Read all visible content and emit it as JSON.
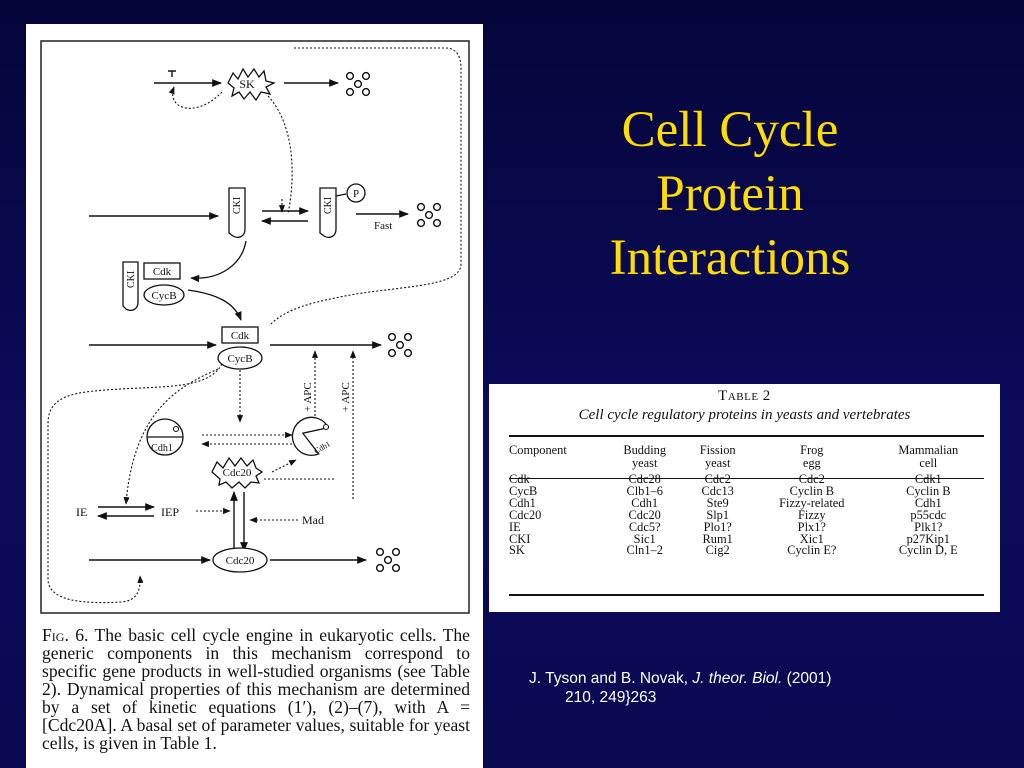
{
  "slide": {
    "title_lines": [
      "Cell Cycle",
      "Protein",
      "Interactions"
    ],
    "citation": {
      "authors": "J. Tyson and B. Novak,",
      "journal": "J. theor. Biol.",
      "year": "(2001)",
      "pages": "210, 249}263"
    }
  },
  "figure": {
    "labels": {
      "sk": "SK",
      "cki": "CKI",
      "p": "P",
      "fast": "Fast",
      "cdk": "Cdk",
      "cycb": "CycB",
      "apc1": "+ APC",
      "apc2": "+ APC",
      "cdh1": "Cdh1",
      "cdh1_pac": "Cdh1",
      "cdc20_act": "Cdc20",
      "cdc20": "Cdc20",
      "ie": "IE",
      "iep": "IEP",
      "mad": "Mad"
    },
    "caption": {
      "lead": "Fig. 6.",
      "text": " The basic cell cycle engine in eukaryotic cells. The generic components in this mechanism correspond to specific gene products in well-studied organisms (see Table 2). Dynamical properties of this mechanism are determined by a set of kinetic equations (1′), (2)–(7), with A = [Cdc20A]. A basal set of parameter values, suitable for yeast cells, is given in Table 1."
    }
  },
  "table": {
    "caption1": "Table 2",
    "caption2": "Cell cycle regulatory proteins in yeasts and vertebrates",
    "headers": [
      [
        "Component",
        ""
      ],
      [
        "Budding",
        "yeast"
      ],
      [
        "Fission",
        "yeast"
      ],
      [
        "Frog",
        "egg"
      ],
      [
        "Mammalian",
        "cell"
      ]
    ],
    "rows": [
      [
        "Cdk",
        "Cdc28",
        "Cdc2",
        "Cdc2",
        "Cdk1"
      ],
      [
        "CycB",
        "Clb1–6",
        "Cdc13",
        "Cyclin B",
        "Cyclin B"
      ],
      [
        "Cdh1",
        "Cdh1",
        "Ste9",
        "Fizzy-related",
        "Cdh1"
      ],
      [
        "Cdc20",
        "Cdc20",
        "Slp1",
        "Fizzy",
        "p55cdc"
      ],
      [
        "IE",
        "Cdc5?",
        "Plo1?",
        "Plx1?",
        "Plk1?"
      ],
      [
        "CKI",
        "Sic1",
        "Rum1",
        "Xic1",
        "p27Kip1"
      ],
      [
        "SK",
        "Cln1–2",
        "Cig2",
        "Cyclin E?",
        "Cyclin D, E"
      ]
    ]
  }
}
